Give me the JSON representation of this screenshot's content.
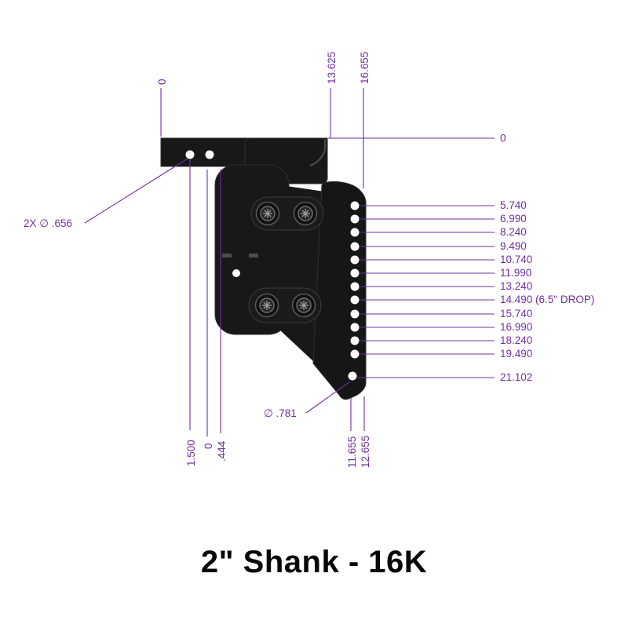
{
  "title": "2\" Shank - 16K",
  "colors": {
    "dimension_text": "#7030A0",
    "part_color": "#181818",
    "hole_color": "#ffffff",
    "title_color": "#070707",
    "background": "#ffffff"
  },
  "dims": {
    "top": [
      "0",
      "13.625",
      "16.655"
    ],
    "right_zero": "0",
    "right": [
      "5.740",
      "6.990",
      "8.240",
      "9.490",
      "10.740",
      "11.990",
      "13.240",
      "14.490 (6.5\" DROP)",
      "15.740",
      "16.990",
      "18.240",
      "19.490",
      "21.102"
    ],
    "left_callout": "2X ∅ .656",
    "hole_callout": "∅ .781",
    "bottom_left": [
      "1.500",
      "0",
      ".444"
    ],
    "bottom_right": [
      "11.655",
      "12.655"
    ]
  }
}
